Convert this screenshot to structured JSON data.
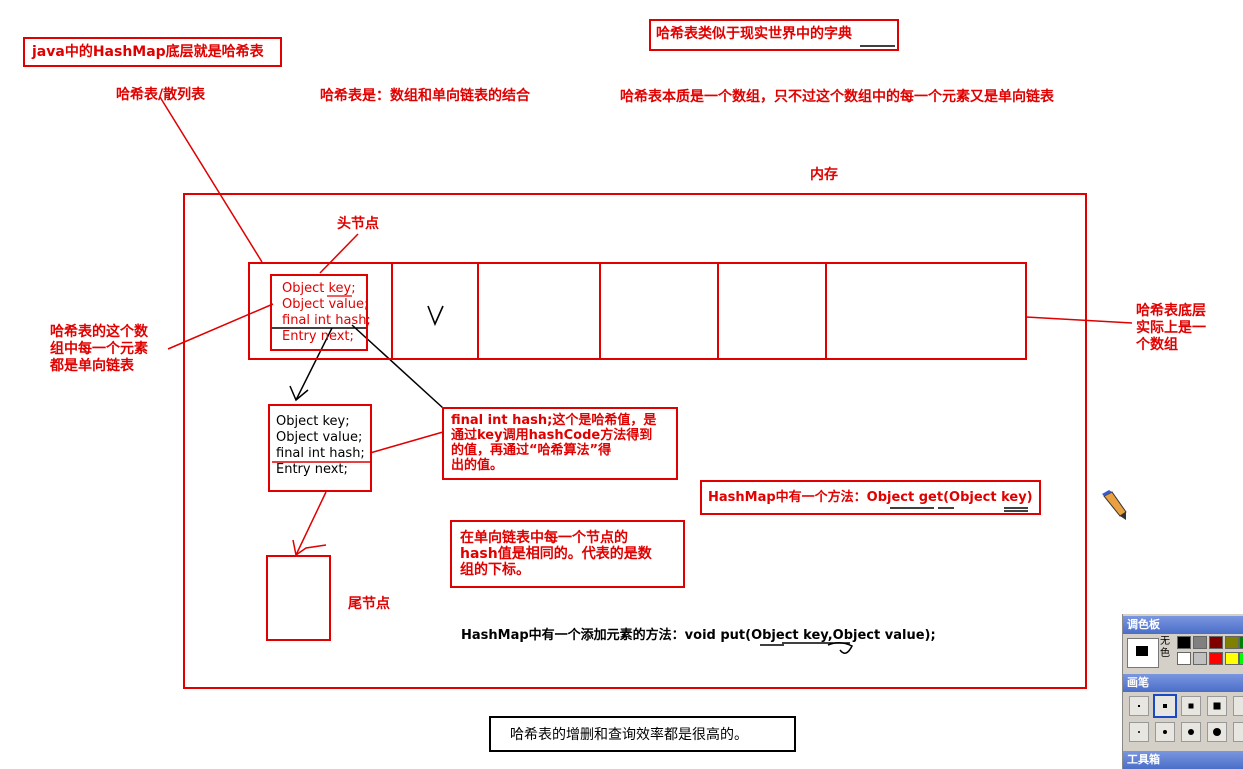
{
  "labels": {
    "java_hashmap": "java中的HashMap底层就是哈希表",
    "dictionary": "哈希表类似于现实世界中的字典",
    "hash_table_alias": "哈希表/散列表",
    "combination": "哈希表是：数组和单向链表的结合",
    "essence": "哈希表本质是一个数组，只不过这个数组中的每一个元素又是单向链表",
    "memory": "内存",
    "head_node": "头节点",
    "tail_node": "尾节点",
    "array_bottom": [
      "哈希表底层",
      "实际上是一",
      "个数组"
    ],
    "each_element": [
      "哈希表的这个数",
      "组中每一个元素",
      "都是单向链表"
    ],
    "hash_desc": [
      "final int hash;这个是哈希值，是",
      "通过key调用hashCode方法得到",
      "的值，再通过“哈希算法”得",
      "出的值。"
    ],
    "get_method": "HashMap中有一个方法：Object get(Object key)",
    "same_hash": [
      "在单向链表中每一个节点的",
      "hash值是相同的。代表的是数",
      "组的下标。"
    ],
    "put_method": "HashMap中有一个添加元素的方法：void put(Object key,Object value);",
    "efficiency": "哈希表的增删和查询效率都是很高的。",
    "v_mark": "V"
  },
  "node_fields": [
    "Object key;",
    "Object value;",
    "final int hash;",
    "Entry next;"
  ],
  "palette": {
    "title": "调色板",
    "none_label": [
      "无",
      "色"
    ],
    "pen_title": "画笔",
    "toolbox_title": "工具箱",
    "colors": [
      "#000000",
      "#808080",
      "#800000",
      "#808000",
      "#008000",
      "#ffffff",
      "#c0c0c0",
      "#ff0000",
      "#ffff00",
      "#00ff00"
    ]
  },
  "colors": {
    "accent": "#e00000",
    "ink": "#000000"
  }
}
